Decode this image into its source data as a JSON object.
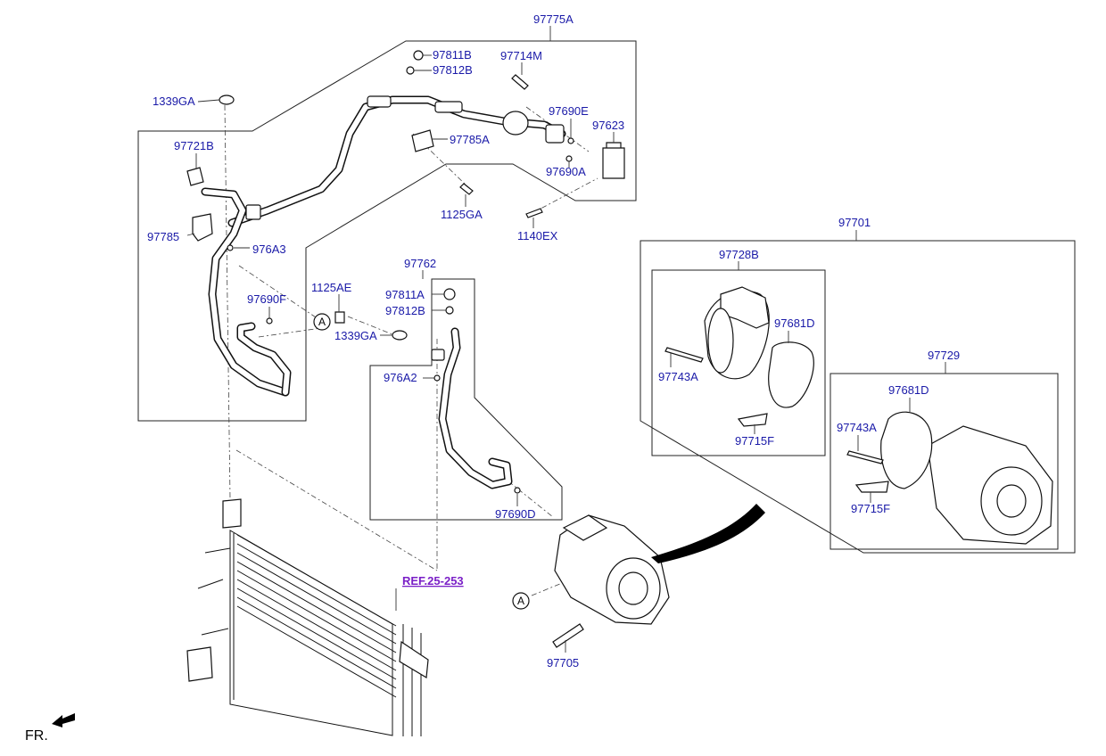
{
  "colors": {
    "label": "#1a1aa8",
    "ref_link": "#7a1fc7",
    "lines": "#222222"
  },
  "orientation": {
    "front_label": "FR."
  },
  "callouts": {
    "ref_a": "A"
  },
  "labels": {
    "p97775A": "97775A",
    "p97811B": "97811B",
    "p97812B": "97812B",
    "p97714M": "97714M",
    "p1339GA_top": "1339GA",
    "p97721B": "97721B",
    "p97690E": "97690E",
    "p97623": "97623",
    "p97785A": "97785A",
    "p97690A": "97690A",
    "p1125GA": "1125GA",
    "p1140EX": "1140EX",
    "p97785": "97785",
    "p976A3": "976A3",
    "p97762": "97762",
    "p1125AE": "1125AE",
    "p97811A": "97811A",
    "p97812B_mid": "97812B",
    "p97690F": "97690F",
    "p1339GA_mid": "1339GA",
    "p976A2": "976A2",
    "p97690D": "97690D",
    "ref_25_253": "REF.25-253",
    "p97705": "97705",
    "p97701": "97701",
    "p97728B": "97728B",
    "p97681D_a": "97681D",
    "p97743A_a": "97743A",
    "p97715F_a": "97715F",
    "p97729": "97729",
    "p97681D_b": "97681D",
    "p97743A_b": "97743A",
    "p97715F_b": "97715F"
  }
}
